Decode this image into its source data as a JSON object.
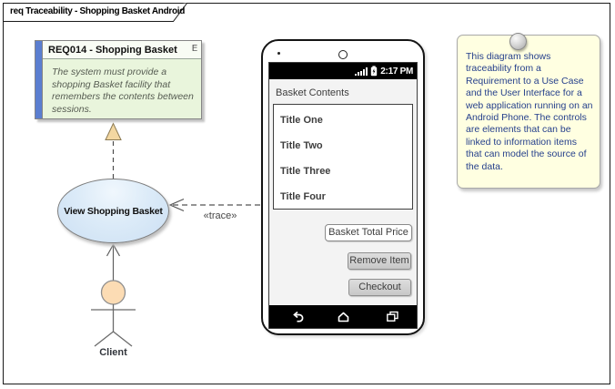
{
  "frame": {
    "title": "req Traceability - Shopping Basket Android"
  },
  "requirement": {
    "title": "REQ014 - Shopping Basket",
    "body": "The system must provide a shopping Basket facility that remembers the contents between sessions.",
    "stripe_color": "#5b7ed0",
    "header_bg": "#f8fcf4",
    "body_bg": "#e9f5dc"
  },
  "use_case": {
    "label": "View Shopping Basket",
    "fill": "#d9e8f7"
  },
  "actor": {
    "label": "Client",
    "head_color": "#fcdcb4"
  },
  "relationships": {
    "trace_label": "«trace»"
  },
  "phone": {
    "status_bar": {
      "time": "2:17 PM"
    },
    "screen": {
      "basket_label": "Basket Contents",
      "list_items": [
        "Title One",
        "Title Two",
        "Title Three",
        "Title Four"
      ],
      "total_button": "Basket Total Price",
      "remove_button": "Remove Item",
      "checkout_button": "Checkout"
    }
  },
  "note": {
    "text": "This diagram shows traceability from a Requirement to a Use Case and the User Interface for a web application running on an Android Phone. The controls are elements that can be linked to information items that can model the source of the data.",
    "bg": "#ffffe1",
    "text_color": "#26408c"
  },
  "icons": {
    "linked_document": "E",
    "realize_arrow_fill": "#f3d7a1"
  }
}
